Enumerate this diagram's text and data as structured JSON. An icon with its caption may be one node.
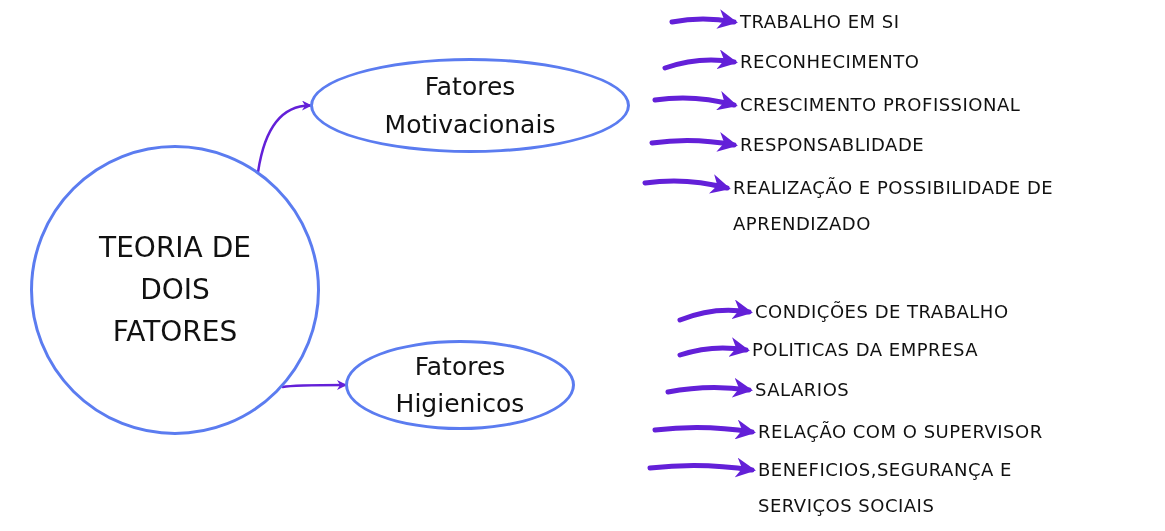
{
  "diagram": {
    "nodes": [
      {
        "text": [
          "TEORIA DE DOIS FATORES"
        ]
      },
      {
        "text": [
          "Fatores Motivacionais"
        ]
      },
      {
        "text": [
          "Fatores Higienicos"
        ]
      },
      {
        "text": [
          "TRABALHO EM SI"
        ]
      },
      {
        "text": [
          "RECONHECIMENTO"
        ]
      },
      {
        "text": [
          "CRESCIMENTO PROFISSIONAL"
        ]
      },
      {
        "text": [
          "RESPONSABLIDADE"
        ]
      },
      {
        "text": [
          "REALIZAÇÃO E POSSIBILIDADE DE APRENDIZADO"
        ]
      },
      {
        "text": [
          "CONDIÇÕES DE TRABALHO"
        ]
      },
      {
        "text": [
          "POLITICAS DA EMPRESA"
        ]
      },
      {
        "text": [
          "SALARIOS"
        ]
      },
      {
        "text": [
          "RELAÇÃO COM O SUPERVISOR"
        ]
      },
      {
        "text": [
          "BENEFICIOS,SEGURANÇA E SERVIÇOS SOCIAIS"
        ]
      }
    ],
    "edges": [
      {
        "from": 0,
        "to": 1,
        "arrow": "to"
      },
      {
        "from": 0,
        "to": 2,
        "arrow": "to"
      },
      {
        "from": null,
        "to": 3,
        "arrow": "to"
      },
      {
        "from": null,
        "to": 4,
        "arrow": "to"
      },
      {
        "from": null,
        "to": 5,
        "arrow": "to"
      },
      {
        "from": null,
        "to": 6,
        "arrow": "to"
      },
      {
        "from": null,
        "to": 7,
        "arrow": "to"
      },
      {
        "from": null,
        "to": 8,
        "arrow": "to"
      },
      {
        "from": null,
        "to": 9,
        "arrow": "to"
      },
      {
        "from": null,
        "to": 10,
        "arrow": "to"
      },
      {
        "from": null,
        "to": 11,
        "arrow": "to"
      },
      {
        "from": null,
        "to": 12,
        "arrow": "to"
      }
    ]
  }
}
